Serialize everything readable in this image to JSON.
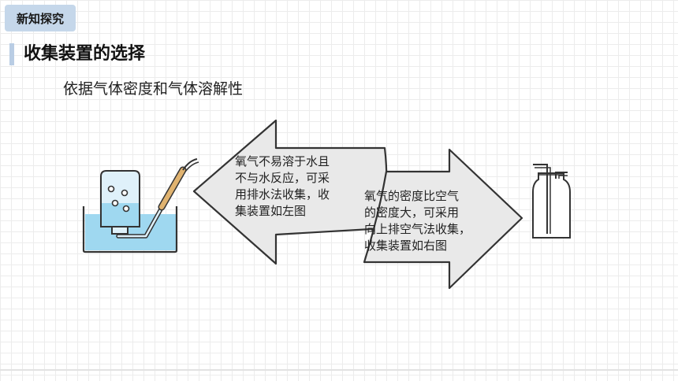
{
  "header": {
    "tag": "新知探究"
  },
  "section": {
    "title": "收集装置的选择",
    "subtitle": "依据气体密度和气体溶解性"
  },
  "arrows": {
    "left": {
      "lines": [
        "氧气不易溶于水且",
        "不与水反应，可采",
        "用排水法收集，收",
        "集装置如左图"
      ]
    },
    "right": {
      "lines": [
        "氧气的密度比空气",
        "的密度大，可采用",
        "向上排空气法收集，",
        "收集装置如右图"
      ]
    }
  },
  "colors": {
    "tag_bg": "#c5d7ea",
    "arrow_fill": "#e9e9e9",
    "water": "#9fd8f0",
    "tube": "#e0b370"
  },
  "icons": {
    "water_collection": "water-displacement-apparatus-icon",
    "gas_bottle": "gas-collection-bottle-icon"
  }
}
